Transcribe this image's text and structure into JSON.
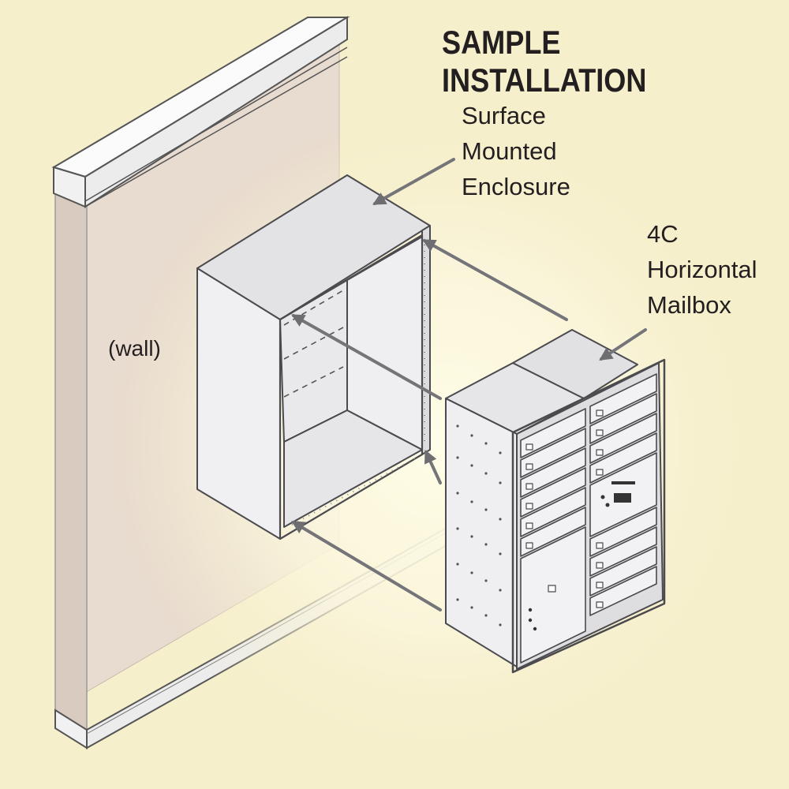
{
  "title": "SAMPLE INSTALLATION",
  "labels": {
    "enclosure": "Surface\nMounted\nEnclosure",
    "mailbox": "4C\nHorizontal\nMailbox",
    "wall": "(wall)"
  },
  "colors": {
    "background": "#f6efcc",
    "wall": "#e9dcd0",
    "panel": "#ebebed",
    "panel_dark": "#d6d6d9",
    "outline": "#4a4a4f",
    "arrow": "#757579",
    "text": "#231f20"
  }
}
